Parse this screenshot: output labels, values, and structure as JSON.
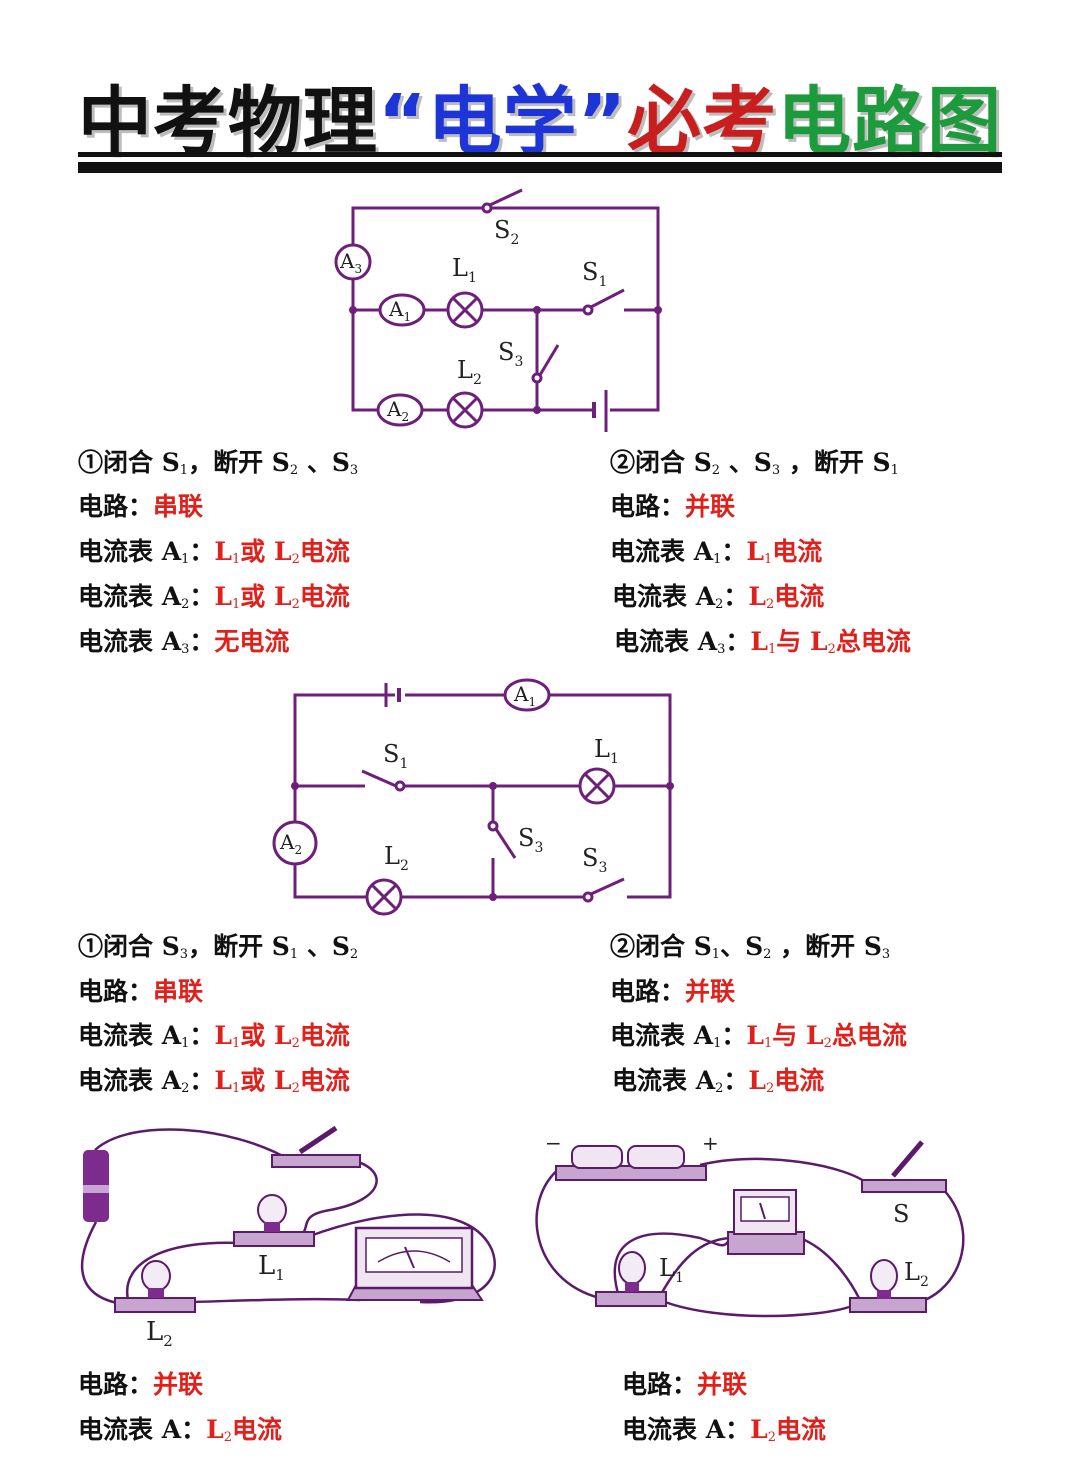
{
  "title": {
    "part1": "中考物理",
    "part2": "“电学”",
    "part3": "必考",
    "part4": "电路图",
    "colors": {
      "black": "#111111",
      "blue": "#1d34d6",
      "red": "#c81e1e",
      "green": "#1d9a3c"
    }
  },
  "wire_color": "#6e1f7a",
  "diagram1": {
    "labels": {
      "S2": "S",
      "S2_sub": "2",
      "A3": "A",
      "A3_sub": "3",
      "L1": "L",
      "L1_sub": "1",
      "S1": "S",
      "S1_sub": "1",
      "A1": "A",
      "A1_sub": "1",
      "S3": "S",
      "S3_sub": "3",
      "L2": "L",
      "L2_sub": "2",
      "A2": "A",
      "A2_sub": "2"
    },
    "left": {
      "cond": {
        "n": "①",
        "a": "闭合 S",
        "a_sub": "1",
        "b": "，断开 S",
        "b_sub": "2",
        "c": " 、S",
        "c_sub": "3"
      },
      "circuit_label": "电路：",
      "circuit_value": "串联",
      "a1_label": "电流表 A",
      "a1_sub": "1",
      "a1_colon": "：",
      "a1_v1": "L",
      "a1_v1_sub": "1",
      "a1_v2": "或 L",
      "a1_v2_sub": "2",
      "a1_v3": "电流",
      "a2_label": "电流表 A",
      "a2_sub": "2",
      "a2_colon": "：",
      "a2_v1": "L",
      "a2_v1_sub": "1",
      "a2_v2": "或 L",
      "a2_v2_sub": "2",
      "a2_v3": "电流",
      "a3_label": "电流表 A",
      "a3_sub": "3",
      "a3_colon": "：",
      "a3_value": "无电流"
    },
    "right": {
      "cond": {
        "n": "②",
        "a": "闭合 S",
        "a_sub": "2",
        "b": " 、S",
        "b_sub": "3",
        "c": " ，断开 S",
        "c_sub": "1"
      },
      "circuit_label": "电路：",
      "circuit_value": "并联",
      "a1_label": "电流表 A",
      "a1_sub": "1",
      "a1_colon": "：",
      "a1_v1": "L",
      "a1_v1_sub": "1",
      "a1_v2": "电流",
      "a2_label": "电流表 A",
      "a2_sub": "2",
      "a2_colon": "：",
      "a2_v1": "L",
      "a2_v1_sub": "2",
      "a2_v2": "电流",
      "a3_label": "电流表 A",
      "a3_sub": "3",
      "a3_colon": "：",
      "a3_v1": "L",
      "a3_v1_sub": "1",
      "a3_v2": "与 L",
      "a3_v2_sub": "2",
      "a3_v3": "总电流"
    }
  },
  "diagram2": {
    "labels": {
      "A1": "A",
      "A1_sub": "1",
      "S1": "S",
      "S1_sub": "1",
      "L1": "L",
      "L1_sub": "1",
      "A2": "A",
      "A2_sub": "2",
      "S3a": "S",
      "S3a_sub": "3",
      "L2": "L",
      "L2_sub": "2",
      "S3b": "S",
      "S3b_sub": "3"
    },
    "left": {
      "cond": {
        "n": "①",
        "a": "闭合 S",
        "a_sub": "3",
        "b": "，断开 S",
        "b_sub": "1",
        "c": " 、S",
        "c_sub": "2"
      },
      "circuit_label": "电路：",
      "circuit_value": "串联",
      "a1_label": "电流表 A",
      "a1_sub": "1",
      "a1_colon": "：",
      "a1_v1": "L",
      "a1_v1_sub": "1",
      "a1_v2": "或 L",
      "a1_v2_sub": "2",
      "a1_v3": "电流",
      "a2_label": "电流表 A",
      "a2_sub": "2",
      "a2_colon": "：",
      "a2_v1": "L",
      "a2_v1_sub": "1",
      "a2_v2": "或 L",
      "a2_v2_sub": "2",
      "a2_v3": "电流"
    },
    "right": {
      "cond": {
        "n": "②",
        "a": "闭合 S",
        "a_sub": "1",
        "b": "、S",
        "b_sub": "2",
        "c": " ，断开 S",
        "c_sub": "3"
      },
      "circuit_label": "电路：",
      "circuit_value": "并联",
      "a1_label": "电流表 A",
      "a1_sub": "1",
      "a1_colon": "：",
      "a1_v1": "L",
      "a1_v1_sub": "1",
      "a1_v2": "与 L",
      "a1_v2_sub": "2",
      "a1_v3": "总电流",
      "a2_label": "电流表 A",
      "a2_sub": "2",
      "a2_colon": "：",
      "a2_v1": "L",
      "a2_v1_sub": "2",
      "a2_v2": "电流"
    }
  },
  "physical": {
    "left": {
      "L1": "L",
      "L1_sub": "1",
      "L2": "L",
      "L2_sub": "2",
      "circuit_label": "电路：",
      "circuit_value": "并联",
      "ammeter_label": "电流表 A：",
      "ammeter_v1": "L",
      "ammeter_v1_sub": "2",
      "ammeter_v2": "电流"
    },
    "right": {
      "minus": "−",
      "plus": "+",
      "S": "S",
      "L1": "L",
      "L1_sub": "1",
      "L2": "L",
      "L2_sub": "2",
      "circuit_label": "电路：",
      "circuit_value": "并联",
      "ammeter_label": "电流表 A：",
      "ammeter_v1": "L",
      "ammeter_v1_sub": "2",
      "ammeter_v2": "电流"
    }
  }
}
